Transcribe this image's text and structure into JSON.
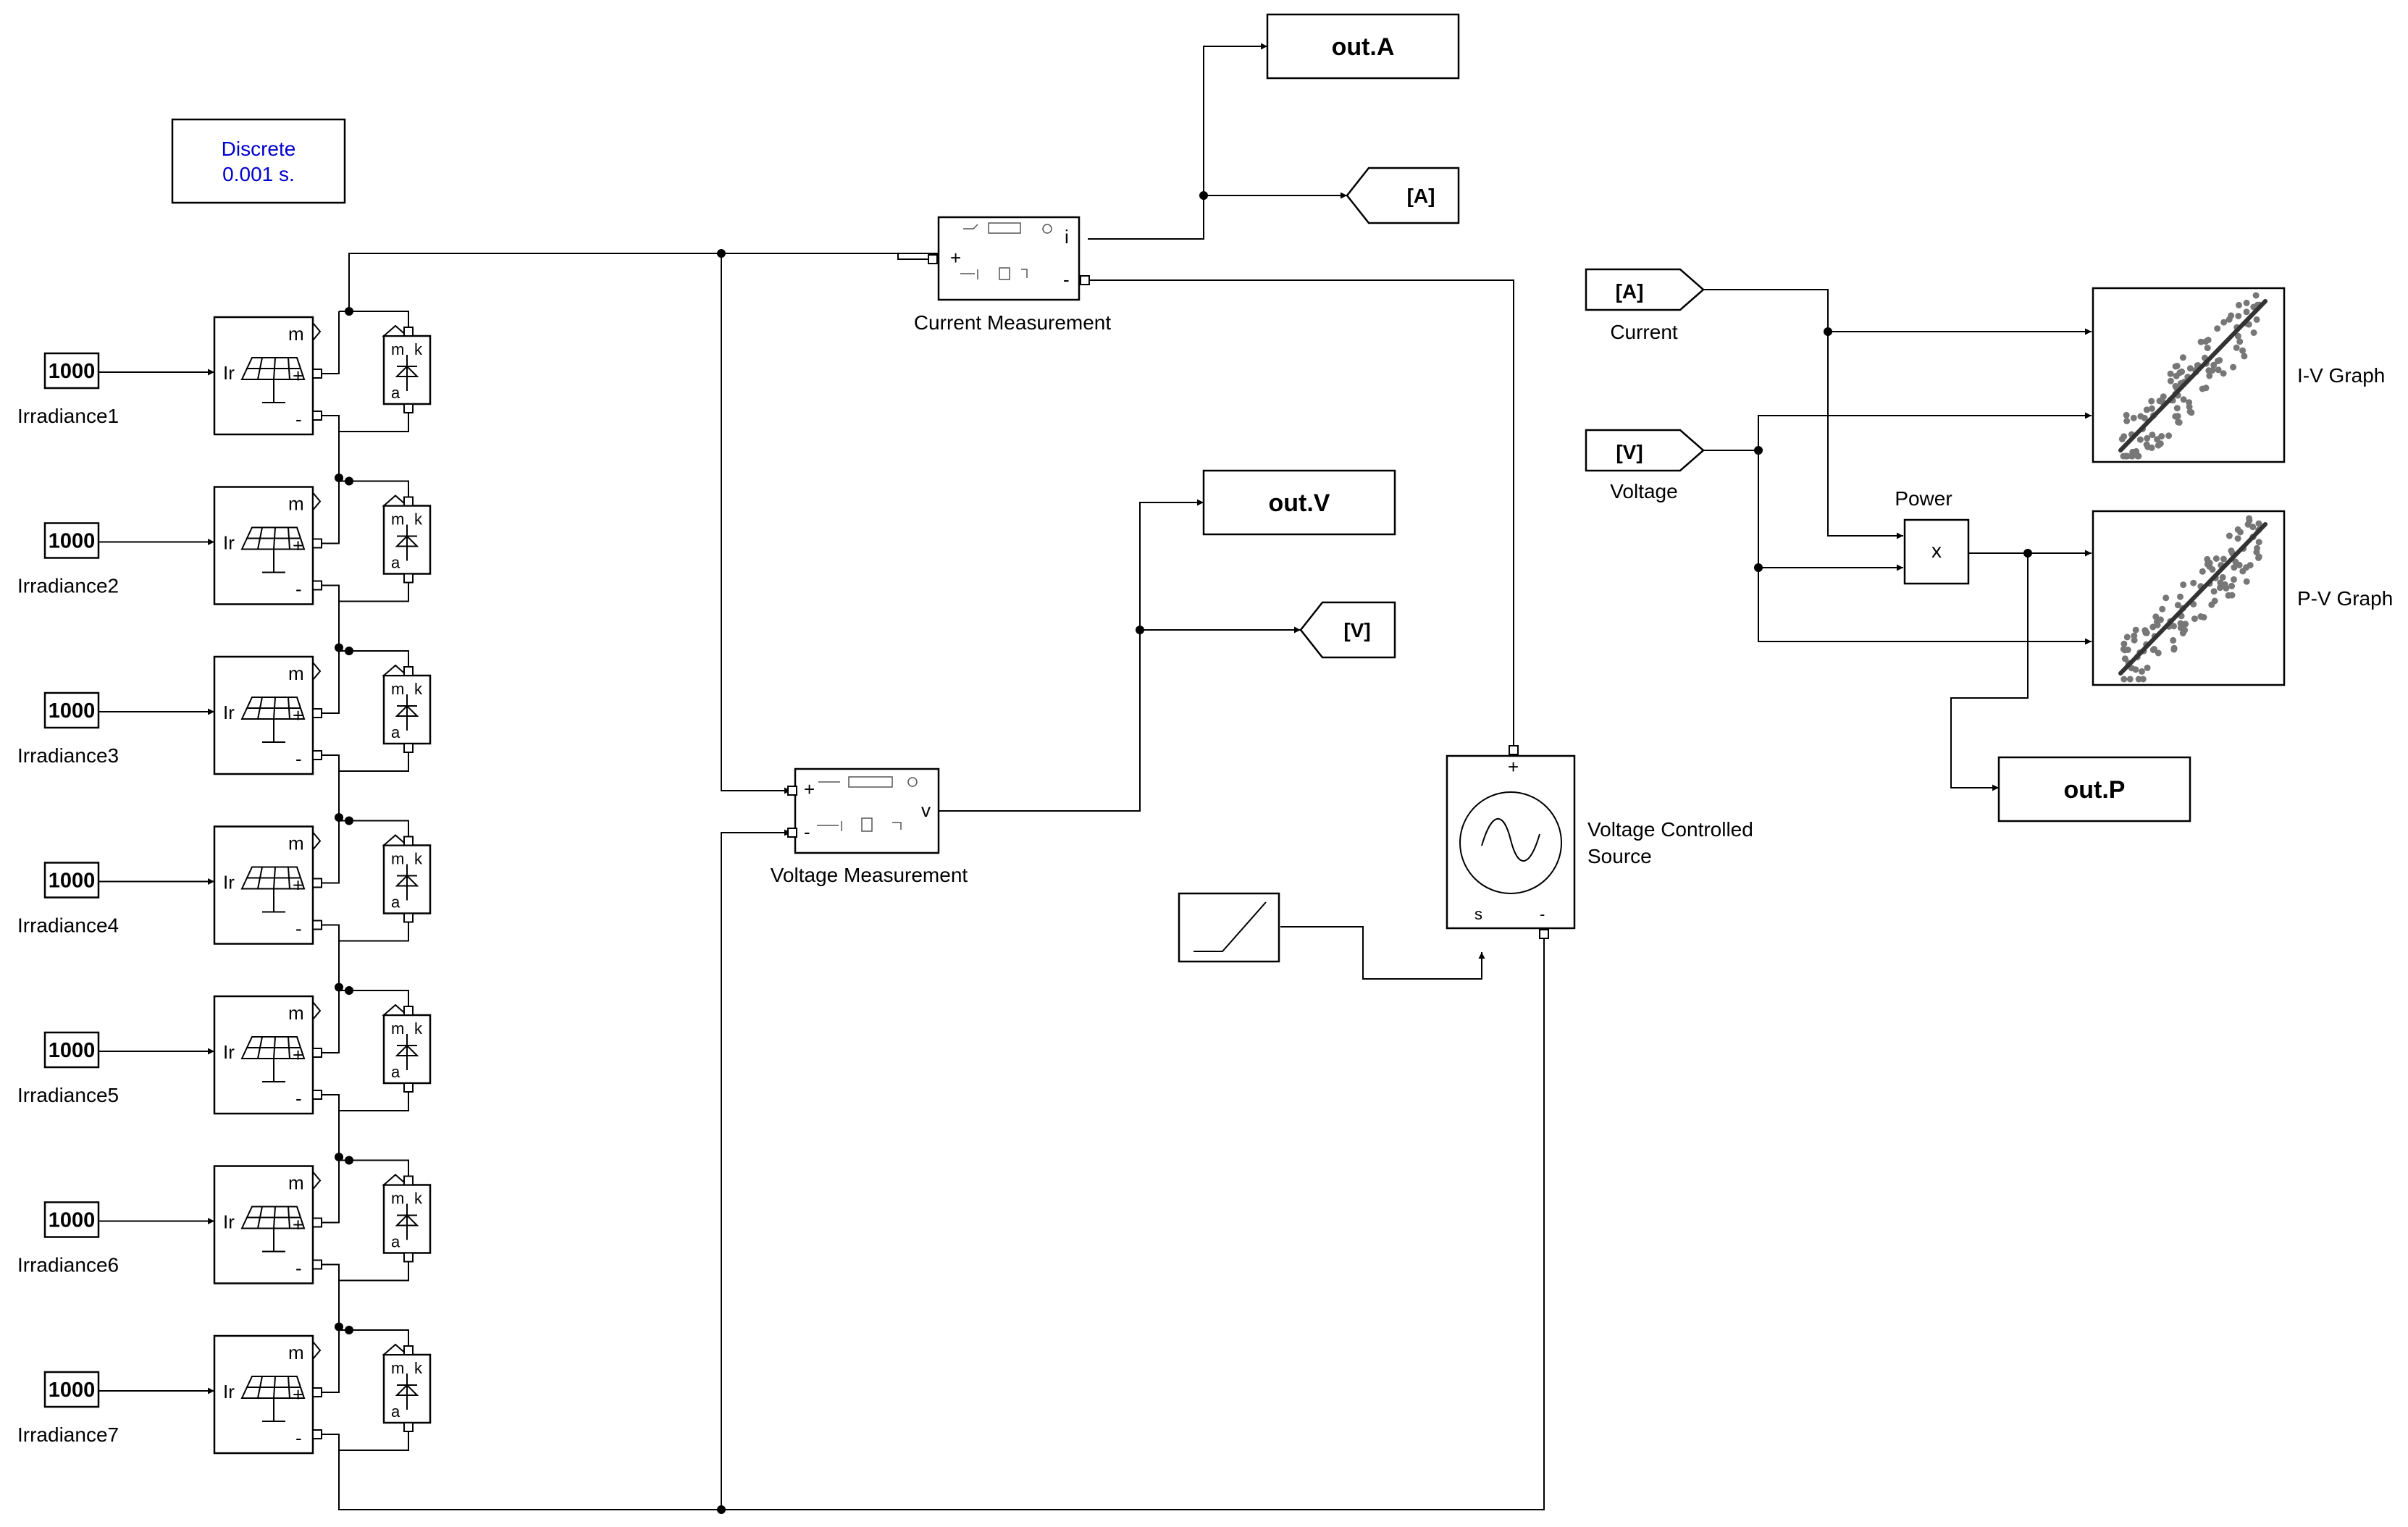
{
  "solver": {
    "line1": "Discrete",
    "line2": "0.001 s."
  },
  "irradiance_blocks": [
    {
      "value": "1000",
      "label": "Irradiance1"
    },
    {
      "value": "1000",
      "label": "Irradiance2"
    },
    {
      "value": "1000",
      "label": "Irradiance3"
    },
    {
      "value": "1000",
      "label": "Irradiance4"
    },
    {
      "value": "1000",
      "label": "Irradiance5"
    },
    {
      "value": "1000",
      "label": "Irradiance6"
    },
    {
      "value": "1000",
      "label": "Irradiance7"
    }
  ],
  "pv_array": {
    "port_in": "Ir",
    "port_m": "m",
    "port_plus": "+",
    "port_minus": "-"
  },
  "diode": {
    "port_m": "m",
    "port_k": "k",
    "port_a": "a"
  },
  "current_measurement": {
    "label": "Current Measurement",
    "port_out": "i",
    "port_plus": "+",
    "port_minus": "-"
  },
  "voltage_measurement": {
    "label": "Voltage Measurement",
    "port_out": "v",
    "port_plus": "+",
    "port_minus": "-"
  },
  "outputs": {
    "current": "out.A",
    "voltage": "out.V",
    "power": "out.P"
  },
  "goto_tags": {
    "current": "[A]",
    "voltage": "[V]"
  },
  "from_tags": {
    "current": {
      "tag": "[A]",
      "label": "Current"
    },
    "voltage": {
      "tag": "[V]",
      "label": "Voltage"
    }
  },
  "product": {
    "label": "Power",
    "op": "x"
  },
  "graphs": {
    "iv": "I-V Graph",
    "pv": "P-V Graph"
  },
  "controlled_source": {
    "line1": "Voltage Controlled",
    "line2": "Source",
    "port_plus": "+",
    "port_s": "s",
    "port_minus": "-"
  },
  "colors": {
    "solver_text": "#0000cc",
    "lines": "#000000",
    "scope_dots": "#777777"
  }
}
